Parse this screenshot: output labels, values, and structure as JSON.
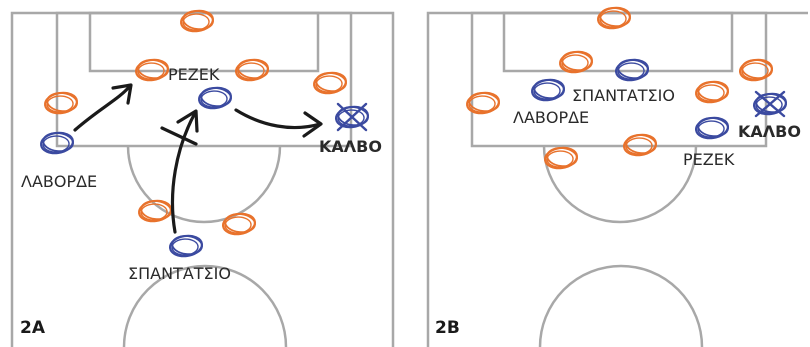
{
  "colors": {
    "court_lines": "#a8a8a8",
    "defender": "#e8722c",
    "attacker": "#3b4aa0",
    "arrow": "#1a1a1a"
  },
  "panels": [
    {
      "id": "2A",
      "label": "2Α",
      "players": [
        {
          "name": "ΡΕΖΕΚ",
          "bold": false
        },
        {
          "name": "ΛΑΒΟΡΔΕ",
          "bold": false
        },
        {
          "name": "ΣΠΑΝΤΑΤΣΙΟ",
          "bold": false
        },
        {
          "name": "ΚΑΛΒΟ",
          "bold": true
        }
      ]
    },
    {
      "id": "2B",
      "label": "2Β",
      "players": [
        {
          "name": "ΣΠΑΝΤΑΤΣΙΟ",
          "bold": false
        },
        {
          "name": "ΛΑΒΟΡΔΕ",
          "bold": false
        },
        {
          "name": "ΚΑΛΒΟ",
          "bold": true
        },
        {
          "name": "ΡΕΖΕΚ",
          "bold": false
        }
      ]
    }
  ]
}
